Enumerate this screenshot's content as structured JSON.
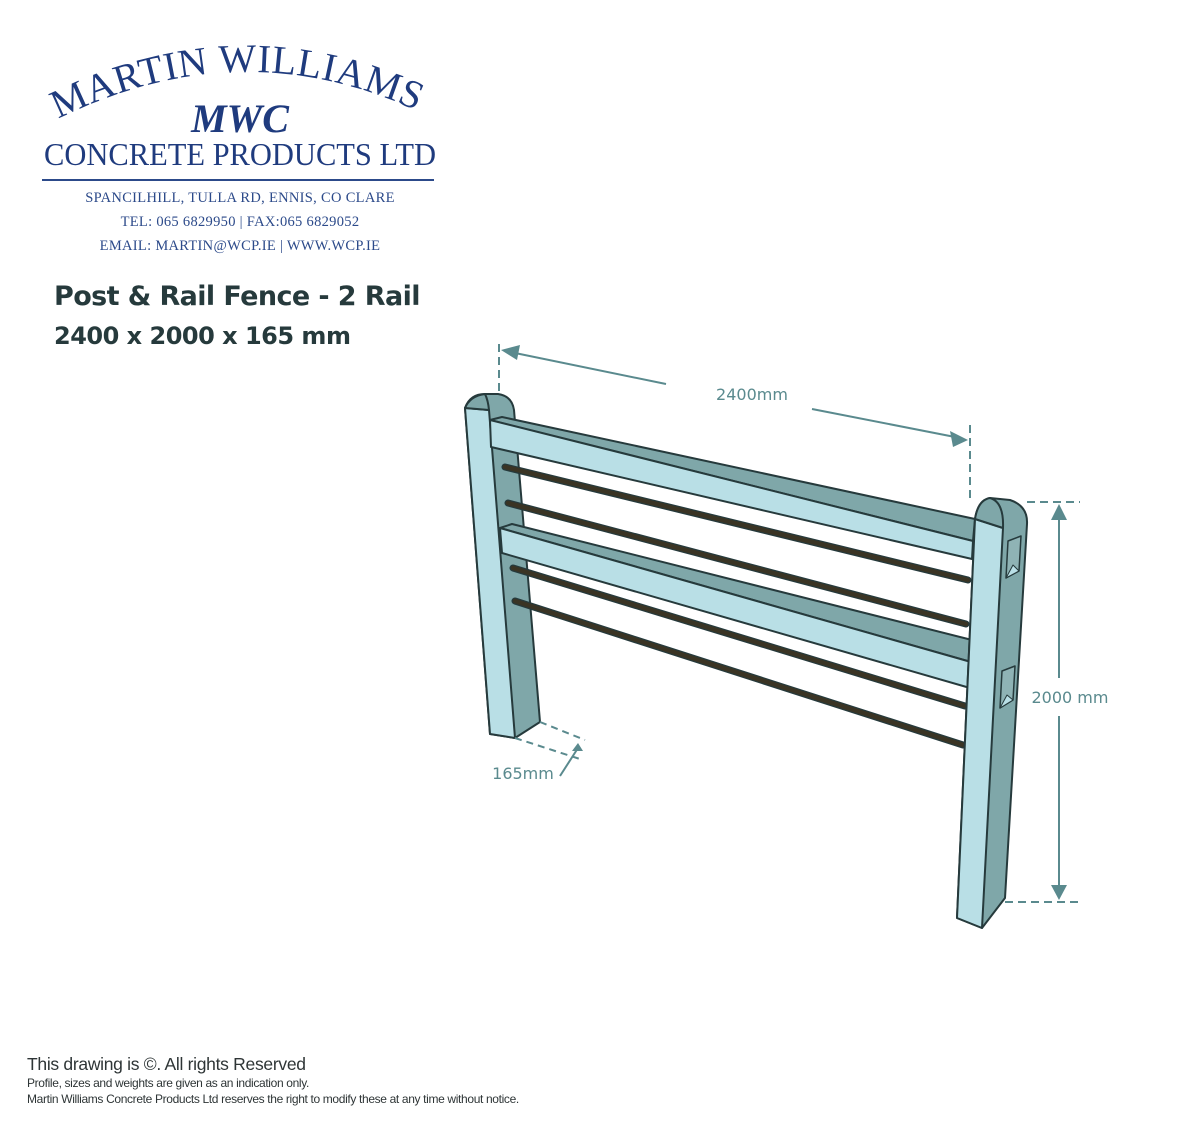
{
  "header": {
    "company_line1": "MARTIN WILLIAMS",
    "monogram": "MWC",
    "company_line2": "CONCRETE PRODUCTS LTD",
    "address": "SPANCILHILL, TULLA RD, ENNIS, CO CLARE",
    "phone_fax": "TEL:  065 6829950 |  FAX:065 6829052",
    "email_web": "EMAIL: MARTIN@WCP.IE |  WWW.WCP.IE"
  },
  "product": {
    "title": "Post & Rail Fence - 2 Rail",
    "dimensions": "2400 x 2000 x 165 mm"
  },
  "drawing": {
    "width_label": "2400mm",
    "height_label": "2000 mm",
    "depth_label": "165mm",
    "colors": {
      "face_light": "#b9dfe6",
      "face_dark": "#7fa7a9",
      "wire": "#3a3424",
      "dimension": "#5a8a8e",
      "outline": "#263a3c"
    }
  },
  "footer": {
    "copyright": "This drawing is ©.  All rights Reserved",
    "note1": "Profile, sizes and weights are given as an indication only.",
    "note2": "Martin Williams Concrete Products Ltd reserves the right to modify these at any time without notice."
  }
}
